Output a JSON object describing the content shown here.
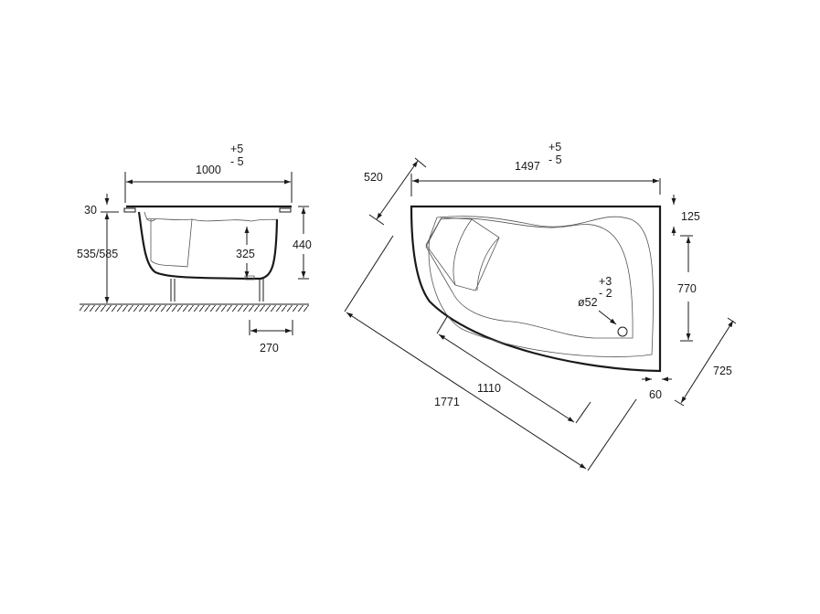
{
  "side_view": {
    "width": "1000",
    "width_tol_plus": "+5",
    "width_tol_minus": "- 5",
    "rim": "30",
    "height_total": "535/585",
    "depth": "440",
    "water_depth": "325",
    "leg_spacing": "270"
  },
  "top_view": {
    "length": "1497",
    "length_tol_plus": "+5",
    "length_tol_minus": "- 5",
    "corner_cut": "520",
    "diagonal": "1771",
    "inner_diagonal": "1110",
    "rim_top": "125",
    "inner_depth": "770",
    "rim_right": "60",
    "short_side": "725",
    "drain": "ø52",
    "drain_tol_plus": "+3",
    "drain_tol_minus": "- 2"
  },
  "colors": {
    "line": "#1a1a1a"
  }
}
